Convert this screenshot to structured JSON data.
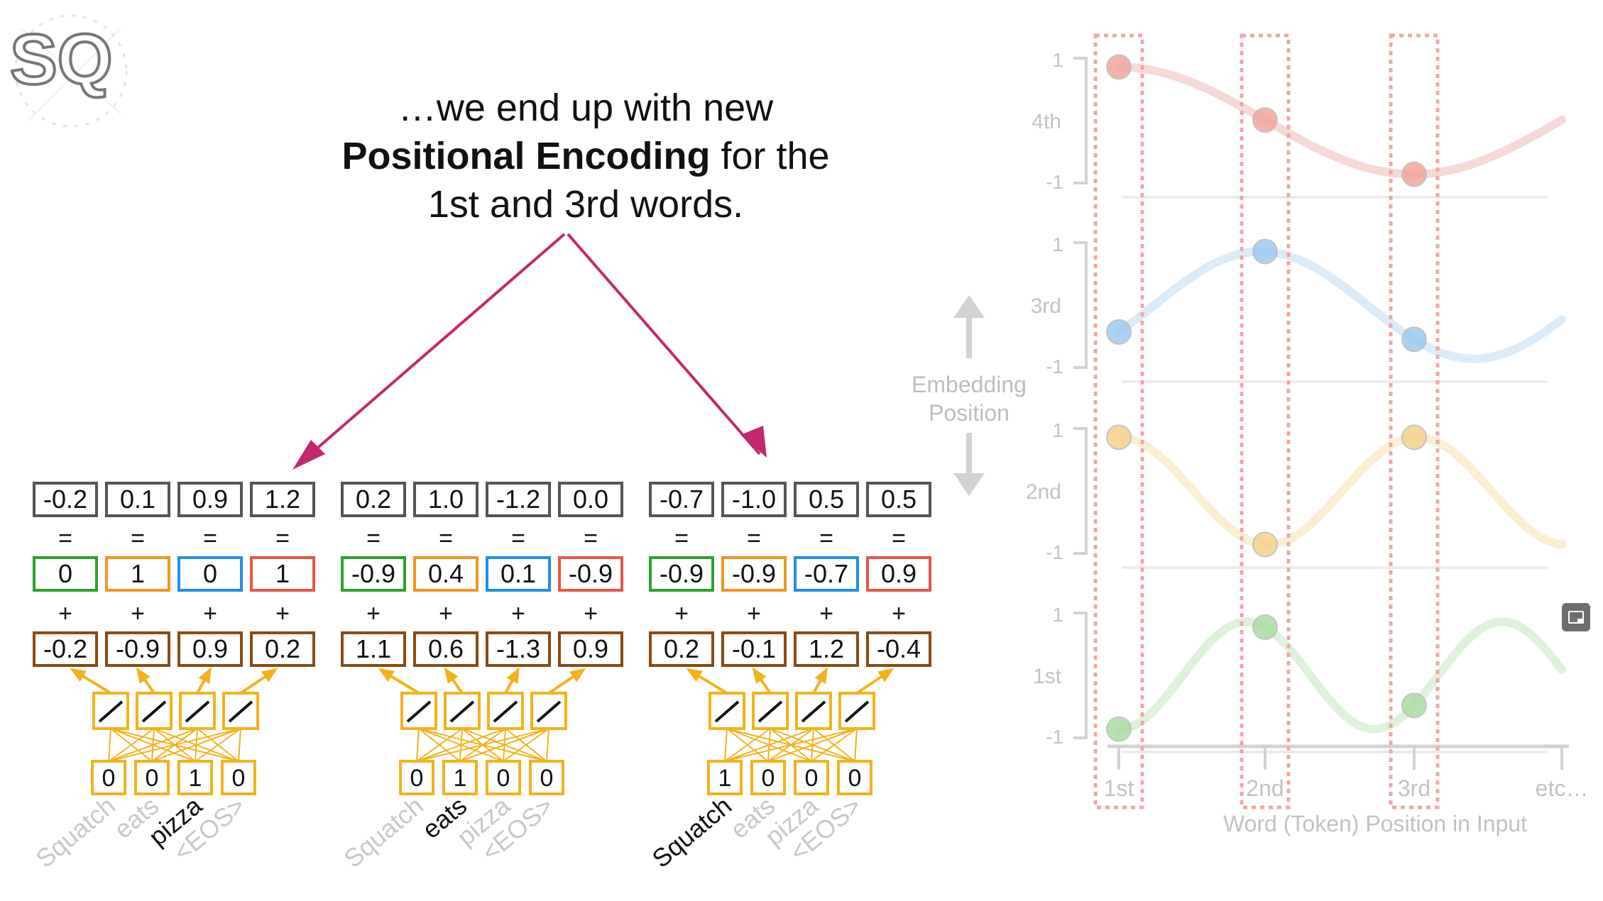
{
  "caption": {
    "line1": "…we end up with new",
    "line2_bold": "Positional Encoding",
    "line2_rest": " for the",
    "line3": "1st and 3rd words."
  },
  "logo": {
    "text": "SQ"
  },
  "colors": {
    "gray_box": "#555555",
    "green": "#2ca02c",
    "orange": "#f0961e",
    "blue": "#1e8fe6",
    "red": "#e8554a",
    "brown": "#8b4a12",
    "arrow": "#c3286f",
    "activation": "#f3b21c",
    "token_faded": "#c8c8c8",
    "token_active": "#111111",
    "plot_gray": "#d2d2d2"
  },
  "blocks": [
    {
      "sums": [
        "-0.2",
        "0.1",
        "0.9",
        "1.2"
      ],
      "encodings": [
        "0",
        "1",
        "0",
        "1"
      ],
      "embeddings": [
        "-0.2",
        "-0.9",
        "0.9",
        "0.2"
      ],
      "inputs": [
        "0",
        "0",
        "1",
        "0"
      ],
      "tokens": [
        "Squatch",
        "eats",
        "pizza",
        "<EOS>"
      ],
      "active_token": 2
    },
    {
      "sums": [
        "0.2",
        "1.0",
        "-1.2",
        "0.0"
      ],
      "encodings": [
        "-0.9",
        "0.4",
        "0.1",
        "-0.9"
      ],
      "embeddings": [
        "1.1",
        "0.6",
        "-1.3",
        "0.9"
      ],
      "inputs": [
        "0",
        "1",
        "0",
        "0"
      ],
      "tokens": [
        "Squatch",
        "eats",
        "pizza",
        "<EOS>"
      ],
      "active_token": 1
    },
    {
      "sums": [
        "-0.7",
        "-1.0",
        "0.5",
        "0.5"
      ],
      "encodings": [
        "-0.9",
        "-0.9",
        "-0.7",
        "0.9"
      ],
      "embeddings": [
        "0.2",
        "-0.1",
        "1.2",
        "-0.4"
      ],
      "inputs": [
        "1",
        "0",
        "0",
        "0"
      ],
      "tokens": [
        "Squatch",
        "eats",
        "pizza",
        "<EOS>"
      ],
      "active_token": 0
    }
  ],
  "operators": {
    "equals": "=",
    "plus": "+"
  },
  "plot": {
    "axis_title": "Word (Token) Position in Input",
    "x_ticks": [
      "1st",
      "2nd",
      "3rd",
      "etc…"
    ],
    "row_labels": [
      "4th",
      "3rd",
      "2nd",
      "1st"
    ],
    "y_top": "1",
    "y_bottom": "-1",
    "embedding_label_line1": "Embedding",
    "embedding_label_line2": "Position"
  }
}
